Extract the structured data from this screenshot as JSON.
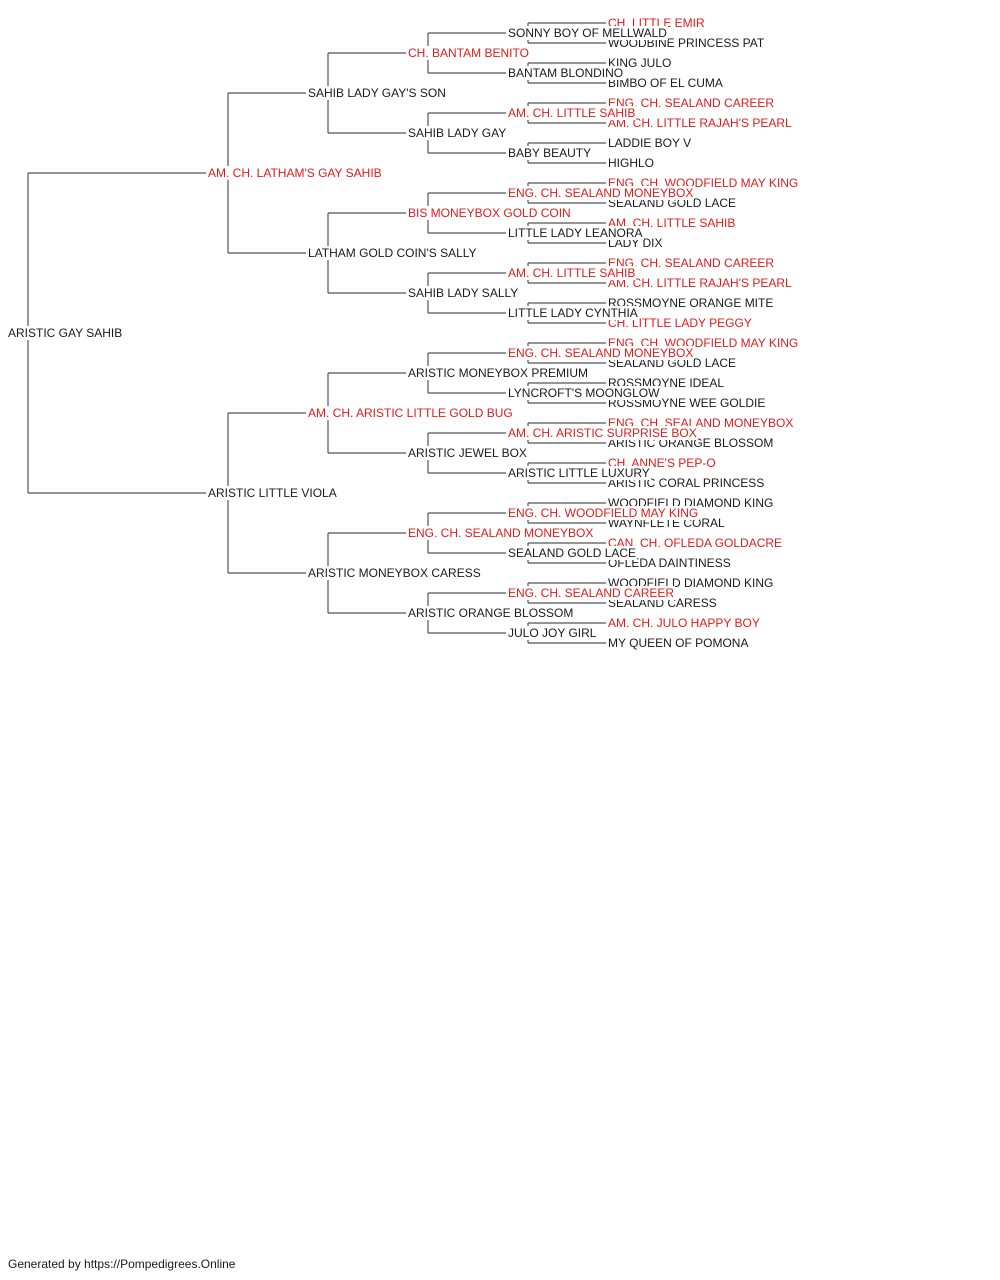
{
  "colors": {
    "champion": "#e01b1b",
    "normal": "#1a1a1a",
    "line": "#555555"
  },
  "pedigree": {
    "name": "ARISTIC GAY SAHIB",
    "champion": false,
    "sire": {
      "name": "AM. CH. LATHAM'S GAY SAHIB",
      "champion": true,
      "sire": {
        "name": "SAHIB LADY GAY'S SON",
        "champion": false,
        "sire": {
          "name": "CH. BANTAM BENITO",
          "champion": true,
          "sire": {
            "name": "SONNY BOY OF MELLWALD",
            "champion": false,
            "sire": {
              "name": "CH. LITTLE EMIR",
              "champion": true
            },
            "dam": {
              "name": "WOODBINE PRINCESS PAT",
              "champion": false
            }
          },
          "dam": {
            "name": "BANTAM BLONDINO",
            "champion": false,
            "sire": {
              "name": "KING JULO",
              "champion": false
            },
            "dam": {
              "name": "BIMBO OF EL CUMA",
              "champion": false
            }
          }
        },
        "dam": {
          "name": "SAHIB LADY GAY",
          "champion": false,
          "sire": {
            "name": "AM. CH. LITTLE SAHIB",
            "champion": true,
            "sire": {
              "name": "ENG. CH. SEALAND CAREER",
              "champion": true
            },
            "dam": {
              "name": "AM. CH. LITTLE RAJAH'S PEARL",
              "champion": true
            }
          },
          "dam": {
            "name": "BABY BEAUTY",
            "champion": false,
            "sire": {
              "name": "LADDIE BOY V",
              "champion": false
            },
            "dam": {
              "name": "HIGHLO",
              "champion": false
            }
          }
        }
      },
      "dam": {
        "name": "LATHAM GOLD COIN'S SALLY",
        "champion": false,
        "sire": {
          "name": "BIS MONEYBOX GOLD COIN",
          "champion": true,
          "sire": {
            "name": "ENG. CH. SEALAND MONEYBOX",
            "champion": true,
            "sire": {
              "name": "ENG. CH. WOODFIELD MAY KING",
              "champion": true
            },
            "dam": {
              "name": "SEALAND GOLD LACE",
              "champion": false
            }
          },
          "dam": {
            "name": "LITTLE LADY LEANORA",
            "champion": false,
            "sire": {
              "name": "AM. CH. LITTLE SAHIB",
              "champion": true
            },
            "dam": {
              "name": "LADY DIX",
              "champion": false
            }
          }
        },
        "dam": {
          "name": "SAHIB LADY SALLY",
          "champion": false,
          "sire": {
            "name": "AM. CH. LITTLE SAHIB",
            "champion": true,
            "sire": {
              "name": "ENG. CH. SEALAND CAREER",
              "champion": true
            },
            "dam": {
              "name": "AM. CH. LITTLE RAJAH'S PEARL",
              "champion": true
            }
          },
          "dam": {
            "name": "LITTLE LADY CYNTHIA",
            "champion": false,
            "sire": {
              "name": "ROSSMOYNE ORANGE MITE",
              "champion": false
            },
            "dam": {
              "name": "CH. LITTLE LADY PEGGY",
              "champion": true
            }
          }
        }
      }
    },
    "dam": {
      "name": "ARISTIC LITTLE VIOLA",
      "champion": false,
      "sire": {
        "name": "AM. CH. ARISTIC LITTLE GOLD BUG",
        "champion": true,
        "sire": {
          "name": "ARISTIC MONEYBOX PREMIUM",
          "champion": false,
          "sire": {
            "name": "ENG. CH. SEALAND MONEYBOX",
            "champion": true,
            "sire": {
              "name": "ENG. CH. WOODFIELD MAY KING",
              "champion": true
            },
            "dam": {
              "name": "SEALAND GOLD LACE",
              "champion": false
            }
          },
          "dam": {
            "name": "LYNCROFT'S MOONGLOW",
            "champion": false,
            "sire": {
              "name": "ROSSMOYNE IDEAL",
              "champion": false
            },
            "dam": {
              "name": "ROSSMOYNE WEE GOLDIE",
              "champion": false
            }
          }
        },
        "dam": {
          "name": "ARISTIC JEWEL BOX",
          "champion": false,
          "sire": {
            "name": "AM. CH. ARISTIC SURPRISE BOX",
            "champion": true,
            "sire": {
              "name": "ENG. CH. SEALAND MONEYBOX",
              "champion": true
            },
            "dam": {
              "name": "ARISTIC ORANGE BLOSSOM",
              "champion": false
            }
          },
          "dam": {
            "name": "ARISTIC LITTLE LUXURY",
            "champion": false,
            "sire": {
              "name": "CH. ANNE'S PEP-O",
              "champion": true
            },
            "dam": {
              "name": "ARISTIC CORAL PRINCESS",
              "champion": false
            }
          }
        }
      },
      "dam": {
        "name": "ARISTIC MONEYBOX CARESS",
        "champion": false,
        "sire": {
          "name": "ENG. CH. SEALAND MONEYBOX",
          "champion": true,
          "sire": {
            "name": "ENG. CH. WOODFIELD MAY KING",
            "champion": true,
            "sire": {
              "name": "WOODFIELD DIAMOND KING",
              "champion": false
            },
            "dam": {
              "name": "WAYNFLETE CORAL",
              "champion": false
            }
          },
          "dam": {
            "name": "SEALAND GOLD LACE",
            "champion": false,
            "sire": {
              "name": "CAN. CH. OFLEDA GOLDACRE",
              "champion": true
            },
            "dam": {
              "name": "OFLEDA DAINTINESS",
              "champion": false
            }
          }
        },
        "dam": {
          "name": "ARISTIC ORANGE BLOSSOM",
          "champion": false,
          "sire": {
            "name": "ENG. CH. SEALAND CAREER",
            "champion": true,
            "sire": {
              "name": "WOODFIELD DIAMOND KING",
              "champion": false
            },
            "dam": {
              "name": "SEALAND CARESS",
              "champion": false
            }
          },
          "dam": {
            "name": "JULO JOY GIRL",
            "champion": false,
            "sire": {
              "name": "AM. CH. JULO HAPPY BOY",
              "champion": true
            },
            "dam": {
              "name": "MY QUEEN OF POMONA",
              "champion": false
            }
          }
        }
      }
    }
  },
  "footer": {
    "text": "Generated by https://Pompedigrees.Online"
  }
}
